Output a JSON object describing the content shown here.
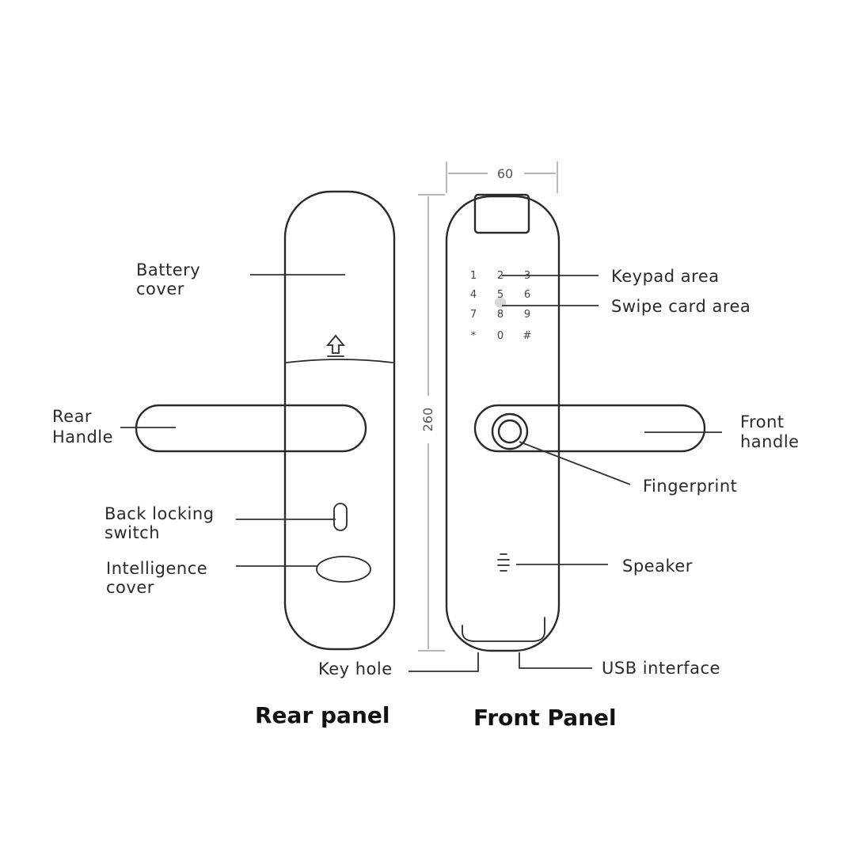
{
  "dimensions": {
    "width": "60",
    "height": "260"
  },
  "rear": {
    "title": "Rear panel",
    "battery_cover": [
      "Battery",
      "cover"
    ],
    "rear_handle": [
      "Rear",
      "Handle"
    ],
    "back_locking_switch": [
      "Back locking",
      "switch"
    ],
    "intelligence_cover": [
      "Intelligence",
      "cover"
    ]
  },
  "front": {
    "title": "Front Panel",
    "keypad_area": "Keypad area",
    "swipe_card_area": "Swipe card area",
    "front_handle": [
      "Front",
      "handle"
    ],
    "fingerprint": "Fingerprint",
    "speaker": "Speaker",
    "usb_interface": "USB interface"
  },
  "key_hole": "Key hole",
  "keypad_keys": [
    "1",
    "2",
    "3",
    "4",
    "5",
    "6",
    "7",
    "8",
    "9",
    "*",
    "0",
    "#"
  ]
}
